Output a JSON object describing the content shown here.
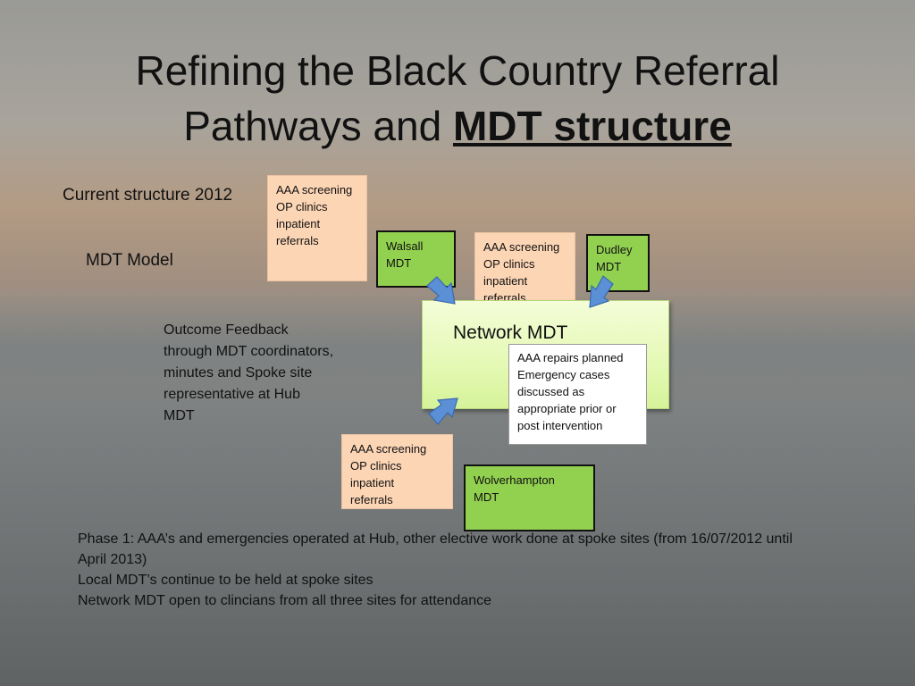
{
  "title": {
    "line1": "Refining the Black Country Referral",
    "line2_plain": "Pathways and ",
    "line2_bold": "MDT structure"
  },
  "labels": {
    "current_structure": "Current structure 2012",
    "mdt_model": "MDT Model",
    "outcome_feedback": "Outcome Feedback through MDT coordinators, minutes and Spoke site representative at Hub MDT"
  },
  "referral_boxes": [
    {
      "lines": [
        "AAA screening",
        "OP clinics",
        "inpatient",
        "referrals"
      ]
    },
    {
      "lines": [
        "AAA screening",
        "OP clinics",
        "inpatient",
        "referrals"
      ]
    },
    {
      "lines": [
        "AAA screening",
        "OP clinics",
        "inpatient",
        "referrals"
      ]
    }
  ],
  "spoke_mdts": {
    "walsall": "Walsall MDT",
    "dudley": "Dudley MDT",
    "wolverhampton": "Wolverhampton MDT"
  },
  "hub": {
    "label": "Network MDT",
    "note": "AAA repairs planned Emergency cases discussed as appropriate prior or post intervention"
  },
  "phase_notes": [
    "Phase 1: AAA’s and emergencies operated at Hub, other elective work done at spoke sites (from 16/07/2012 until",
    "April 2013)",
    "Local MDT’s continue to be held at spoke sites",
    "Network MDT open to clincians from all three sites for attendance"
  ],
  "colors": {
    "referral_fill": "#fcd5b5",
    "spoke_fill": "#92d050",
    "hub_fill": "#e4f9b4",
    "arrow_fill": "#5b8fd6"
  }
}
